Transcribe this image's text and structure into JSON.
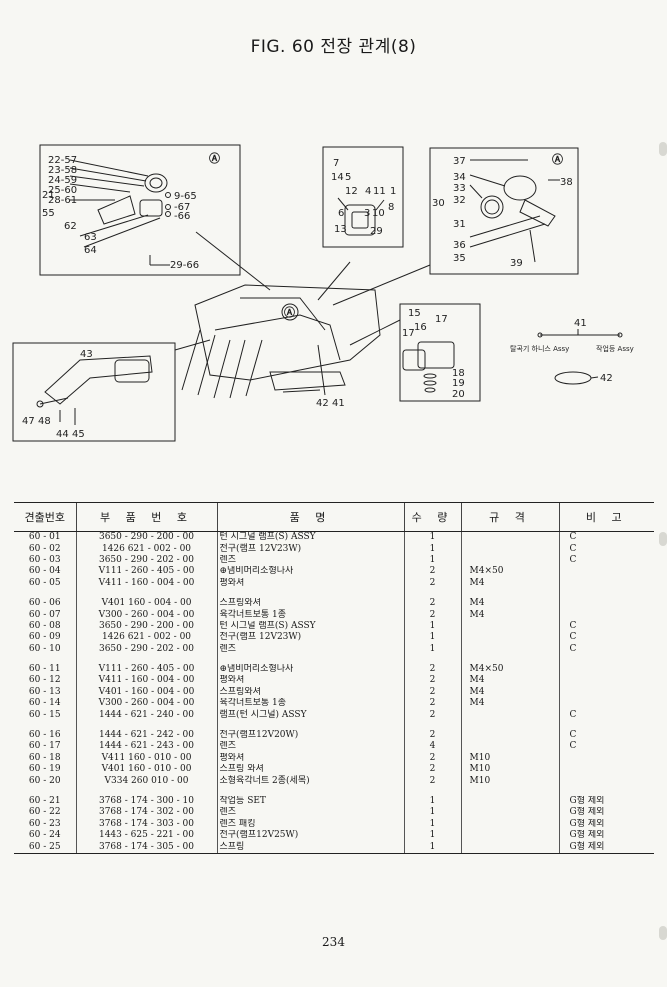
{
  "title": "FIG. 60 전장 관계(8)",
  "page_number": "234",
  "diagram_labels": {
    "box1": [
      "22-57",
      "23-58",
      "24-59",
      "25-60",
      "28-61",
      "21",
      "55",
      "62",
      "63",
      "64",
      "9-65",
      "-67",
      "-66",
      "29-66",
      "A"
    ],
    "box2": [
      "7",
      "14",
      "5",
      "12",
      "4",
      "11",
      "1",
      "6",
      "3",
      "10",
      "8",
      "13",
      "29"
    ],
    "box3": [
      "37",
      "34",
      "33",
      "32",
      "30",
      "31",
      "36",
      "35",
      "39",
      "38",
      "A"
    ],
    "box4": [
      "43",
      "47",
      "48",
      "44",
      "45"
    ],
    "box5": [
      "15",
      "17",
      "16",
      "18",
      "19",
      "20"
    ],
    "harness": {
      "num": "41",
      "left": "탈곡기 하니스 Assy",
      "right": "작업등 Assy",
      "clip": "42"
    },
    "machine": [
      "A",
      "42",
      "41"
    ]
  },
  "table": {
    "headers": [
      "견출번호",
      "부 품 번 호",
      "품 명",
      "수 량",
      "규 격",
      "비 고"
    ],
    "groups": [
      [
        [
          "60 - 01",
          "3650 - 290 - 200 - 00",
          "턴 시그널 램프(S) ASSY",
          "1",
          "",
          "C"
        ],
        [
          "60 - 02",
          "1426   621 - 002 - 00",
          "전구(램프 12V23W)",
          "1",
          "",
          "C"
        ],
        [
          "60 - 03",
          "3650 - 290 - 202 - 00",
          "렌즈",
          "1",
          "",
          "C"
        ],
        [
          "60 - 04",
          "V111 - 260 - 405 - 00",
          "⊕냄비머리소형나사",
          "2",
          "M4×50",
          ""
        ],
        [
          "60 - 05",
          "V411 - 160 - 004 - 00",
          "평와셔",
          "2",
          "M4",
          ""
        ]
      ],
      [
        [
          "60 - 06",
          "V401   160 - 004 - 00",
          "스프링와셔",
          "2",
          "M4",
          ""
        ],
        [
          "60 - 07",
          "V300 - 260 - 004 - 00",
          "육각너트보통 1종",
          "2",
          "M4",
          ""
        ],
        [
          "60 - 08",
          "3650 - 290 - 200 - 00",
          "턴 시그널 램프(S) ASSY",
          "1",
          "",
          "C"
        ],
        [
          "60 - 09",
          "1426   621 - 002 - 00",
          "전구(램프 12V23W)",
          "1",
          "",
          "C"
        ],
        [
          "60 - 10",
          "3650 - 290 - 202 - 00",
          "렌즈",
          "1",
          "",
          "C"
        ]
      ],
      [
        [
          "60 - 11",
          "V111 - 260 - 405 - 00",
          "⊕냄비머리소형나사",
          "2",
          "M4×50",
          ""
        ],
        [
          "60 - 12",
          "V411 - 160 - 004 - 00",
          "평와셔",
          "2",
          "M4",
          ""
        ],
        [
          "60 - 13",
          "V401 - 160 - 004 - 00",
          "스프링와셔",
          "2",
          "M4",
          ""
        ],
        [
          "60 - 14",
          "V300 - 260 - 004 - 00",
          "육각너트보통 1종",
          "2",
          "M4",
          ""
        ],
        [
          "60 - 15",
          "1444 - 621 - 240 - 00",
          "램프(턴 시그널) ASSY",
          "2",
          "",
          "C"
        ]
      ],
      [
        [
          "60 - 16",
          "1444 - 621 - 242 - 00",
          "전구(램프12V20W)",
          "2",
          "",
          "C"
        ],
        [
          "60 - 17",
          "1444 - 621 - 243 - 00",
          "렌즈",
          "4",
          "",
          "C"
        ],
        [
          "60 - 18",
          "V411   160 - 010 - 00",
          "평와셔",
          "2",
          "M10",
          ""
        ],
        [
          "60 - 19",
          "V401   160 - 010 - 00",
          "스프링 와셔",
          "2",
          "M10",
          ""
        ],
        [
          "60 - 20",
          "V334   260   010 - 00",
          "소형육각너트 2종(세목)",
          "2",
          "M10",
          ""
        ]
      ],
      [
        [
          "60 - 21",
          "3768 - 174 - 300 - 10",
          "작업등 SET",
          "1",
          "",
          "G형 제외"
        ],
        [
          "60 - 22",
          "3768 - 174 - 302 - 00",
          "렌즈",
          "1",
          "",
          "G형 제외"
        ],
        [
          "60 - 23",
          "3768 - 174 - 303 - 00",
          "렌즈 패킹",
          "1",
          "",
          "G형 제외"
        ],
        [
          "60 - 24",
          "1443 - 625 - 221 - 00",
          "전구(램프12V25W)",
          "1",
          "",
          "G형 제외"
        ],
        [
          "60 - 25",
          "3768 - 174 - 305 - 00",
          "스프링",
          "1",
          "",
          "G형 제외"
        ]
      ]
    ]
  }
}
